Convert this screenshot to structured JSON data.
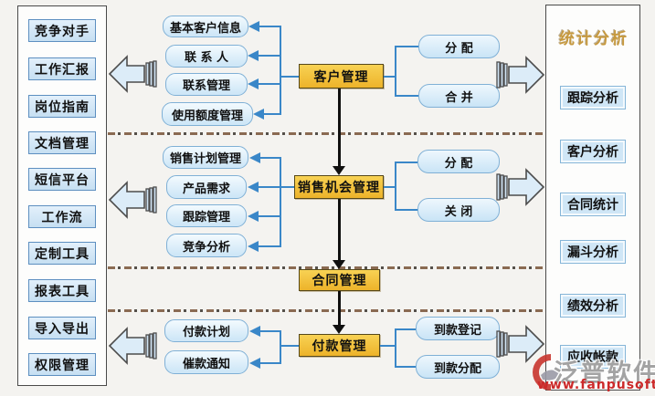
{
  "left_panel": {
    "items": [
      "竞争对手",
      "工作汇报",
      "岗位指南",
      "文档管理",
      "短信平台",
      "工作流",
      "定制工具",
      "报表工具",
      "导入导出",
      "权限管理"
    ]
  },
  "right_panel": {
    "title": "统计分析",
    "items": [
      "跟踪分析",
      "客户分析",
      "合同统计",
      "漏斗分析",
      "绩效分析",
      "应收帐款"
    ]
  },
  "flow": {
    "groups": [
      {
        "module": "客户管理",
        "left_items": [
          "基本客户信息",
          "联 系 人",
          "联系管理",
          "使用额度管理"
        ],
        "right_items": [
          "分  配",
          "合  并"
        ]
      },
      {
        "module": "销售机会管理",
        "left_items": [
          "销售计划管理",
          "产品需求",
          "跟踪管理",
          "竞争分析"
        ],
        "right_items": [
          "分  配",
          "关  闭"
        ]
      },
      {
        "module": "合同管理"
      },
      {
        "module": "付款管理",
        "left_items": [
          "付款计划",
          "催款通知"
        ],
        "right_items": [
          "到款登记",
          "到款分配"
        ]
      }
    ]
  },
  "watermark": {
    "brand": "泛普软件",
    "url": "www.fanpusoft.com"
  },
  "colors": {
    "module_fill": "#f0b93c",
    "box_blue": "#cde4f5",
    "line_blue": "#3a87c8",
    "flow_arrow_black": "#101010",
    "dash_brown": "#8a6a52",
    "title_gold": "#c6993f",
    "watermark_red": "#cc2a2a"
  }
}
